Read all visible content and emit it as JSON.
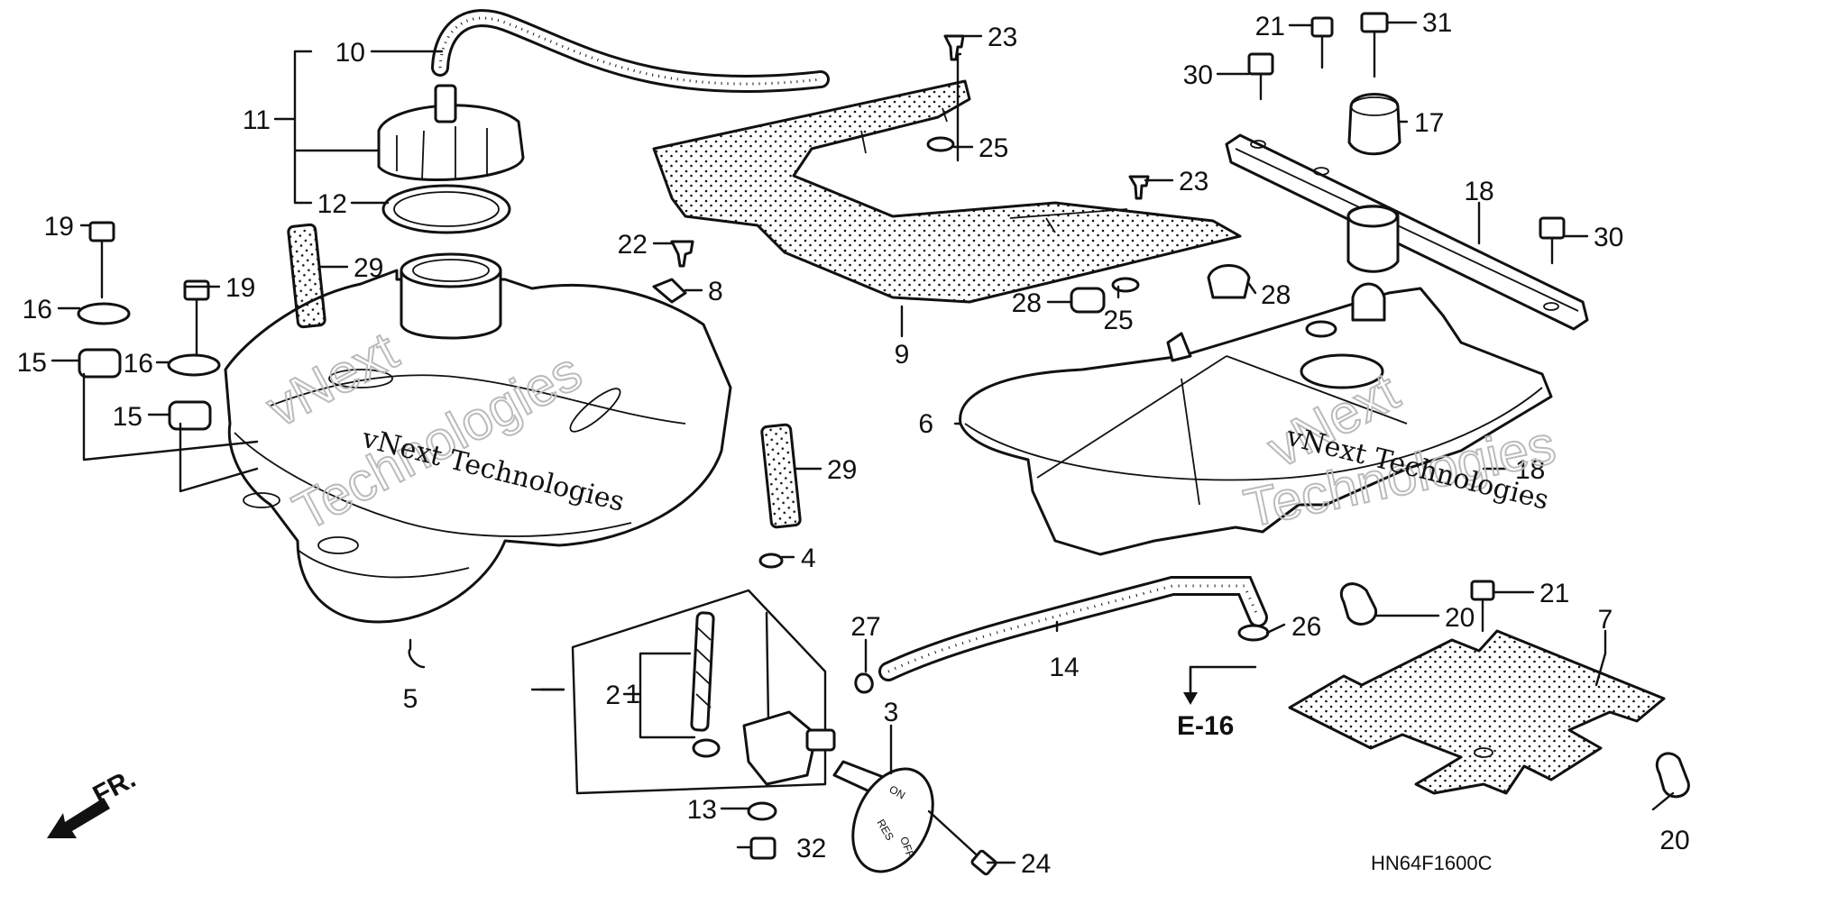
{
  "callouts": [
    {
      "id": "c1",
      "text": "1"
    },
    {
      "id": "c2",
      "text": "2"
    },
    {
      "id": "c3",
      "text": "3"
    },
    {
      "id": "c4",
      "text": "4"
    },
    {
      "id": "c5",
      "text": "5"
    },
    {
      "id": "c6",
      "text": "6"
    },
    {
      "id": "c7",
      "text": "7"
    },
    {
      "id": "c8",
      "text": "8"
    },
    {
      "id": "c9",
      "text": "9"
    },
    {
      "id": "c10",
      "text": "10"
    },
    {
      "id": "c11",
      "text": "11"
    },
    {
      "id": "c12",
      "text": "12"
    },
    {
      "id": "c13",
      "text": "13"
    },
    {
      "id": "c14",
      "text": "14"
    },
    {
      "id": "c15a",
      "text": "15"
    },
    {
      "id": "c15b",
      "text": "15"
    },
    {
      "id": "c16a",
      "text": "16"
    },
    {
      "id": "c16b",
      "text": "16"
    },
    {
      "id": "c17",
      "text": "17"
    },
    {
      "id": "c18a",
      "text": "18"
    },
    {
      "id": "c18b",
      "text": "18"
    },
    {
      "id": "c19a",
      "text": "19"
    },
    {
      "id": "c19b",
      "text": "19"
    },
    {
      "id": "c20a",
      "text": "20"
    },
    {
      "id": "c20b",
      "text": "20"
    },
    {
      "id": "c21a",
      "text": "21"
    },
    {
      "id": "c21b",
      "text": "21"
    },
    {
      "id": "c22",
      "text": "22"
    },
    {
      "id": "c23a",
      "text": "23"
    },
    {
      "id": "c23b",
      "text": "23"
    },
    {
      "id": "c24",
      "text": "24"
    },
    {
      "id": "c25a",
      "text": "25"
    },
    {
      "id": "c25b",
      "text": "25"
    },
    {
      "id": "c26",
      "text": "26"
    },
    {
      "id": "c27",
      "text": "27"
    },
    {
      "id": "c28a",
      "text": "28"
    },
    {
      "id": "c28b",
      "text": "28"
    },
    {
      "id": "c29a",
      "text": "29"
    },
    {
      "id": "c29b",
      "text": "29"
    },
    {
      "id": "c30a",
      "text": "30"
    },
    {
      "id": "c30b",
      "text": "30"
    },
    {
      "id": "c31",
      "text": "31"
    },
    {
      "id": "c32",
      "text": "32"
    }
  ],
  "reference": "E-16",
  "front_marker": "FR.",
  "drawing_code": "HN64F1600C",
  "watermarks": [
    "vNext Technologies",
    "vNext Technologies"
  ],
  "watermark_large": [
    "vNext",
    "Technologies",
    "vNext",
    "Technologies"
  ],
  "valve_marks": [
    "ON",
    "RES",
    "OFF"
  ]
}
